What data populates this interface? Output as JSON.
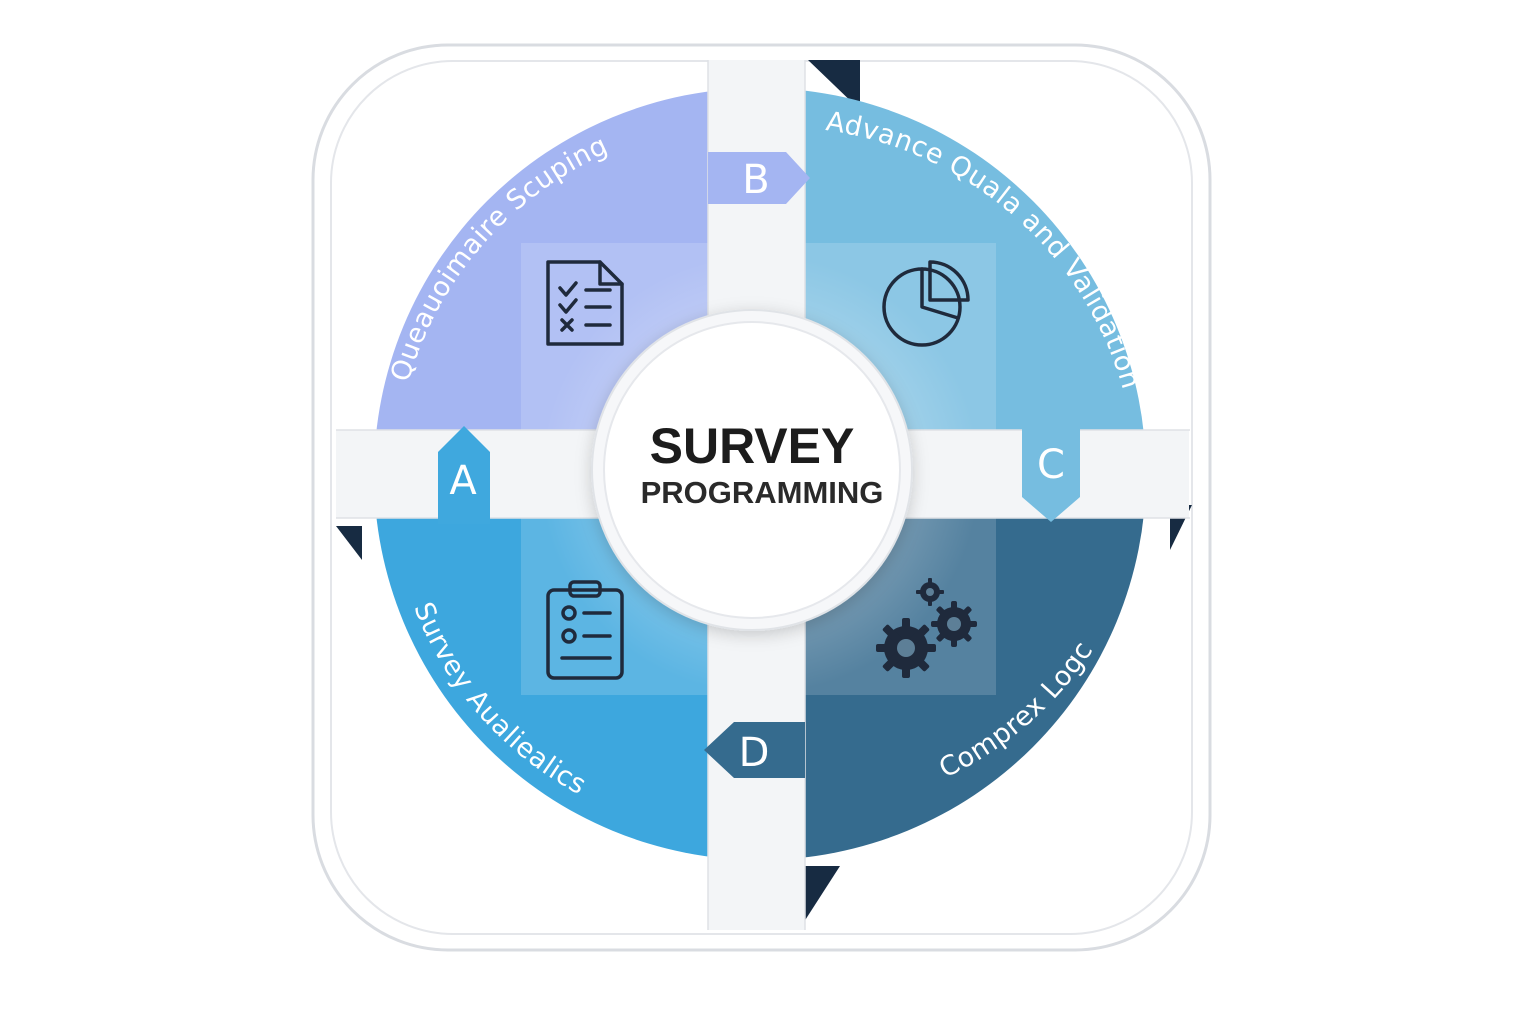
{
  "center": {
    "title": "SURVEY",
    "subtitle": "PROGRAMMING"
  },
  "quadrants": [
    {
      "id": "top-left",
      "label": "Queauoimaire Scuping",
      "color": "#a4b5f2",
      "icon": "checklist-document-icon"
    },
    {
      "id": "top-right",
      "label": "Advance Quala and Validation",
      "color": "#76bde0",
      "icon": "pie-chart-icon"
    },
    {
      "id": "bottom-left",
      "label": "Survey Aualiealics",
      "color": "#3da7de",
      "icon": "clipboard-icon"
    },
    {
      "id": "bottom-right",
      "label": "Comprex Logc",
      "color": "#356b8e",
      "icon": "gears-icon"
    }
  ],
  "markers": [
    {
      "letter": "A",
      "color": "#3fa8de"
    },
    {
      "letter": "B",
      "color": "#a4b5f2"
    },
    {
      "letter": "C",
      "color": "#76bde0"
    },
    {
      "letter": "D",
      "color": "#356b8e"
    }
  ],
  "colors": {
    "frame_stroke": "#dadde2",
    "divider": "#f3f5f7",
    "dark_accent": "#172b42"
  }
}
